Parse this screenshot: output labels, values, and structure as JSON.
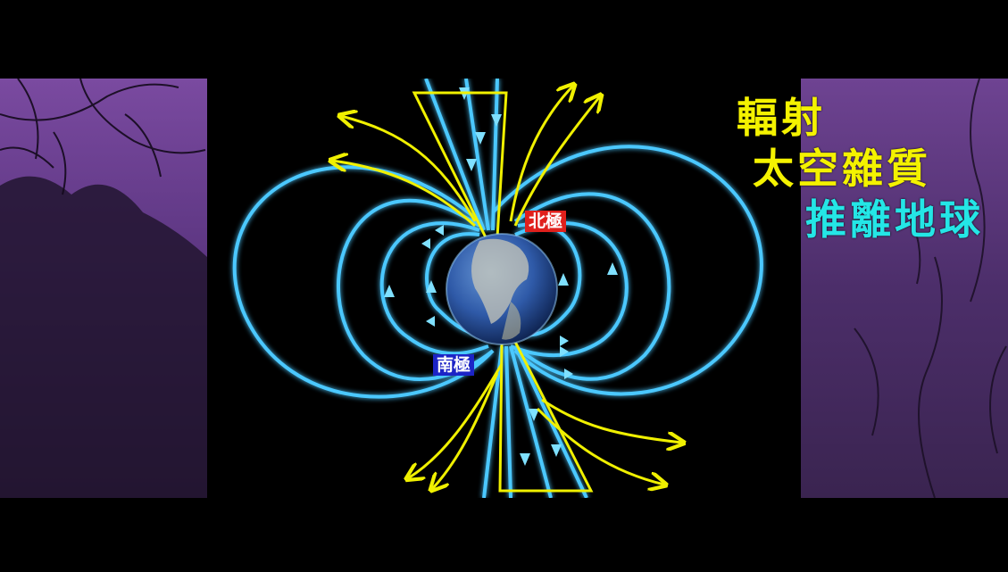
{
  "labels": {
    "north_pole": "北極",
    "south_pole": "南極"
  },
  "captions": {
    "line1": "輻射",
    "line2": "太空雜質",
    "line3": "推離地球"
  },
  "colors": {
    "field_line": "#4cc8ff",
    "arrow_yellow": "#f0f000",
    "north_tag": "#e0201c",
    "south_tag": "#1c24c6",
    "caption_yellow": "#f4f200",
    "caption_cyan": "#24e6e6",
    "sky_purple": "#6a3f8c"
  }
}
